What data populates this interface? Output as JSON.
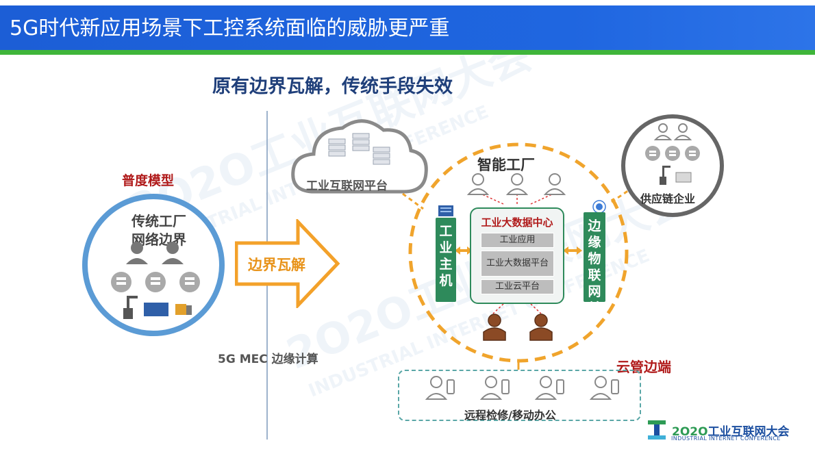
{
  "title": "5G时代新应用场景下工控系统面临的威胁更严重",
  "subtitle": "原有边界瓦解，传统手段失效",
  "left": {
    "model_label": "普度模型",
    "circle_text_line1": "传统工厂",
    "circle_text_line2": "网络边界"
  },
  "arrow_label": "边界瓦解",
  "mec_label": "5G MEC 边缘计算",
  "cloud_label": "工业互联网平台",
  "factory": {
    "title": "智能工厂",
    "left_box": "工业主机",
    "right_box": "边缘物联网关",
    "center_title": "工业大数据中心",
    "modules": [
      "工业应用",
      "工业大数据平台",
      "工业云平台"
    ]
  },
  "supply_label": "供应链企业",
  "cloud_edge_label": "云管边端",
  "remote_label": "远程检修/移动办公",
  "footer": {
    "year": "2O2O",
    "name": "工业互联网大会",
    "en": "INDUSTRIAL INTERNET CONFERENCE"
  },
  "watermark": {
    "cn": "2O2O工业互联网大会",
    "en": "INDUSTRIAL INTERNET CONFERENCE"
  },
  "colors": {
    "title_bg": "#1c5ed6",
    "title_stripe": "#3fb53a",
    "orange": "#e8931a",
    "green": "#2e8a5b",
    "red_text": "#b01a1a",
    "blue_circle": "#5b9bd5"
  }
}
